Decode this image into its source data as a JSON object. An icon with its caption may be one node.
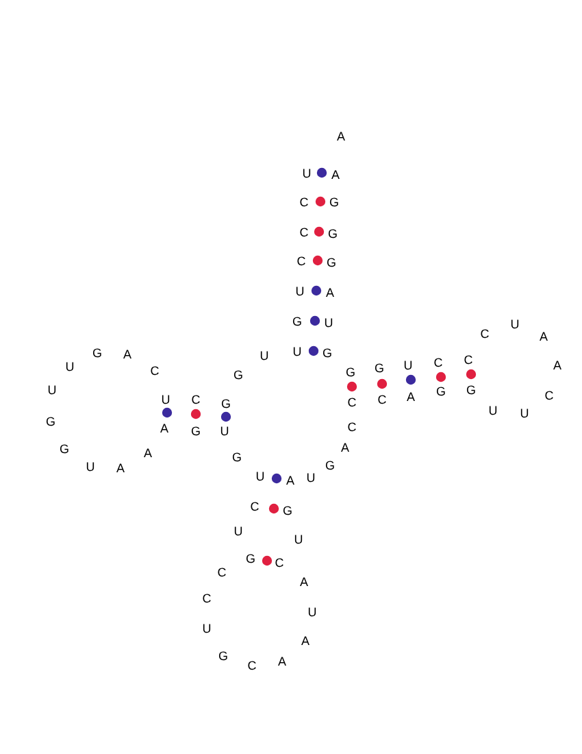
{
  "diagram": {
    "labels": [
      "A",
      "U",
      "A",
      "C",
      "G",
      "C",
      "G",
      "C",
      "G",
      "U",
      "A",
      "G",
      "U",
      "C",
      "U",
      "A",
      "U",
      "G",
      "G",
      "A",
      "U",
      "C",
      "C",
      "A",
      "U",
      "U",
      "G",
      "C",
      "G",
      "G",
      "U",
      "G",
      "G",
      "C",
      "A",
      "U",
      "C",
      "C",
      "C",
      "G",
      "U",
      "U",
      "G",
      "C",
      "A",
      "G",
      "U",
      "A",
      "G",
      "A",
      "G",
      "G",
      "U",
      "A",
      "U",
      "U",
      "A",
      "C",
      "G",
      "U",
      "U",
      "G",
      "C",
      "C",
      "A",
      "C",
      "U",
      "U",
      "A",
      "G",
      "A",
      "C"
    ]
  }
}
